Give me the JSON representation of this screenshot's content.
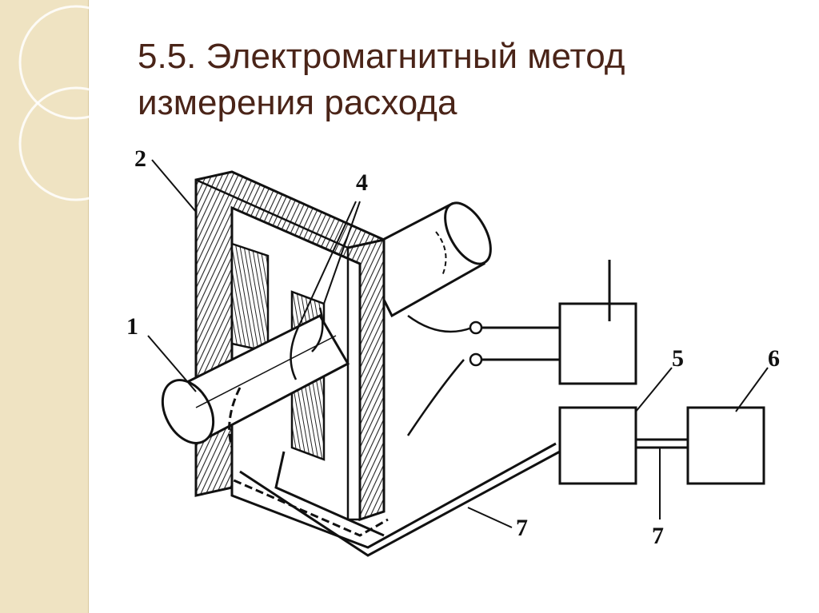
{
  "slide": {
    "title_line1": "5.5. Электромагнитный метод",
    "title_line2": "измерения расхода"
  },
  "diagram": {
    "labels": {
      "pipe": "1",
      "magnet": "2",
      "electrodes": "4",
      "amplifier": "5",
      "recorder": "6",
      "wires_a": "7",
      "wires_b": "7"
    }
  },
  "colors": {
    "title": "#4a2418",
    "side_band": "#efe3c2",
    "line": "#111111"
  }
}
